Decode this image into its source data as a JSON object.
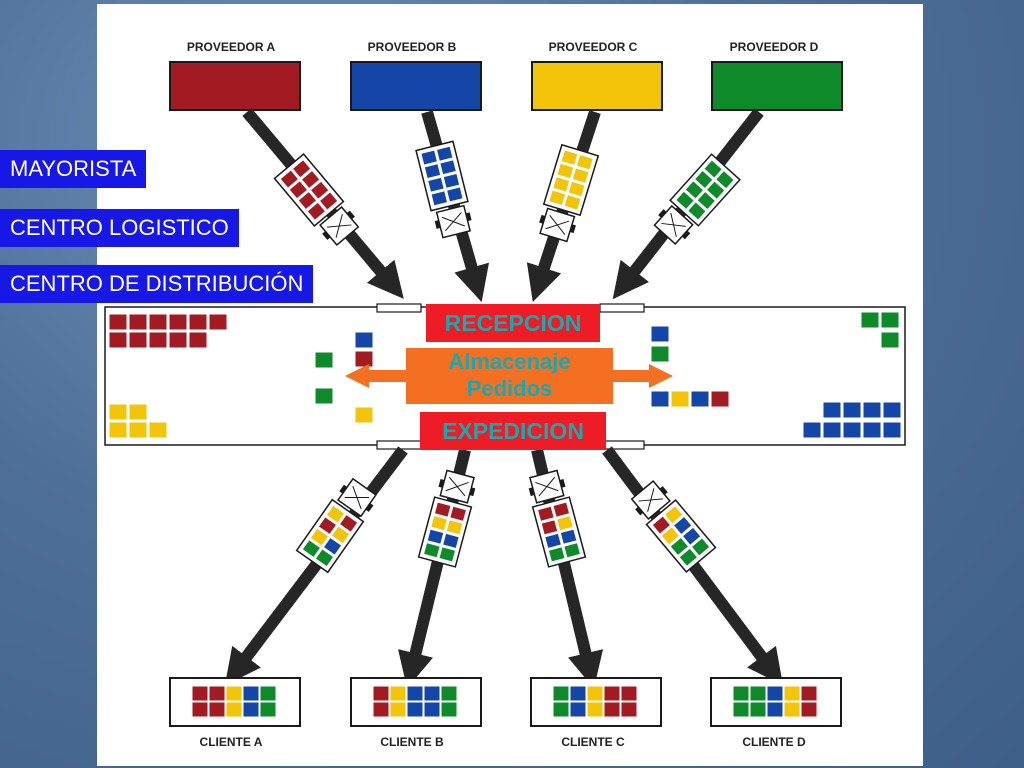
{
  "tags": {
    "mayorista": "MAYORISTA",
    "centro_logistico": "CENTRO LOGISTICO",
    "centro_distribucion": "CENTRO DE DISTRIBUCIÓN"
  },
  "warehouse": {
    "recepcion": "RECEPCION",
    "almacenaje": "Almacenaje",
    "pedidos": "Pedidos",
    "expedicion": "EXPEDICION"
  },
  "colors": {
    "red": "#a31b22",
    "blue": "#1446a8",
    "yellow": "#f2c40a",
    "green": "#0f8a2a",
    "tag_blue": "#1717e6",
    "label_red": "#ee1c25",
    "orange": "#f36f21",
    "teal_text": "#1aa8b0"
  },
  "suppliers": [
    {
      "label": "PROVEEDOR A",
      "color": "red"
    },
    {
      "label": "PROVEEDOR B",
      "color": "blue"
    },
    {
      "label": "PROVEEDOR C",
      "color": "yellow"
    },
    {
      "label": "PROVEEDOR D",
      "color": "green"
    }
  ],
  "clients": [
    {
      "label": "CLIENTE A",
      "order": [
        "red",
        "red",
        "yellow",
        "blue",
        "green"
      ]
    },
    {
      "label": "CLIENTE B",
      "order": [
        "red",
        "yellow",
        "blue",
        "blue",
        "green"
      ]
    },
    {
      "label": "CLIENTE C",
      "order": [
        "green",
        "blue",
        "yellow",
        "red",
        "red"
      ]
    },
    {
      "label": "CLIENTE D",
      "order": [
        "green",
        "green",
        "blue",
        "yellow",
        "red"
      ]
    }
  ]
}
